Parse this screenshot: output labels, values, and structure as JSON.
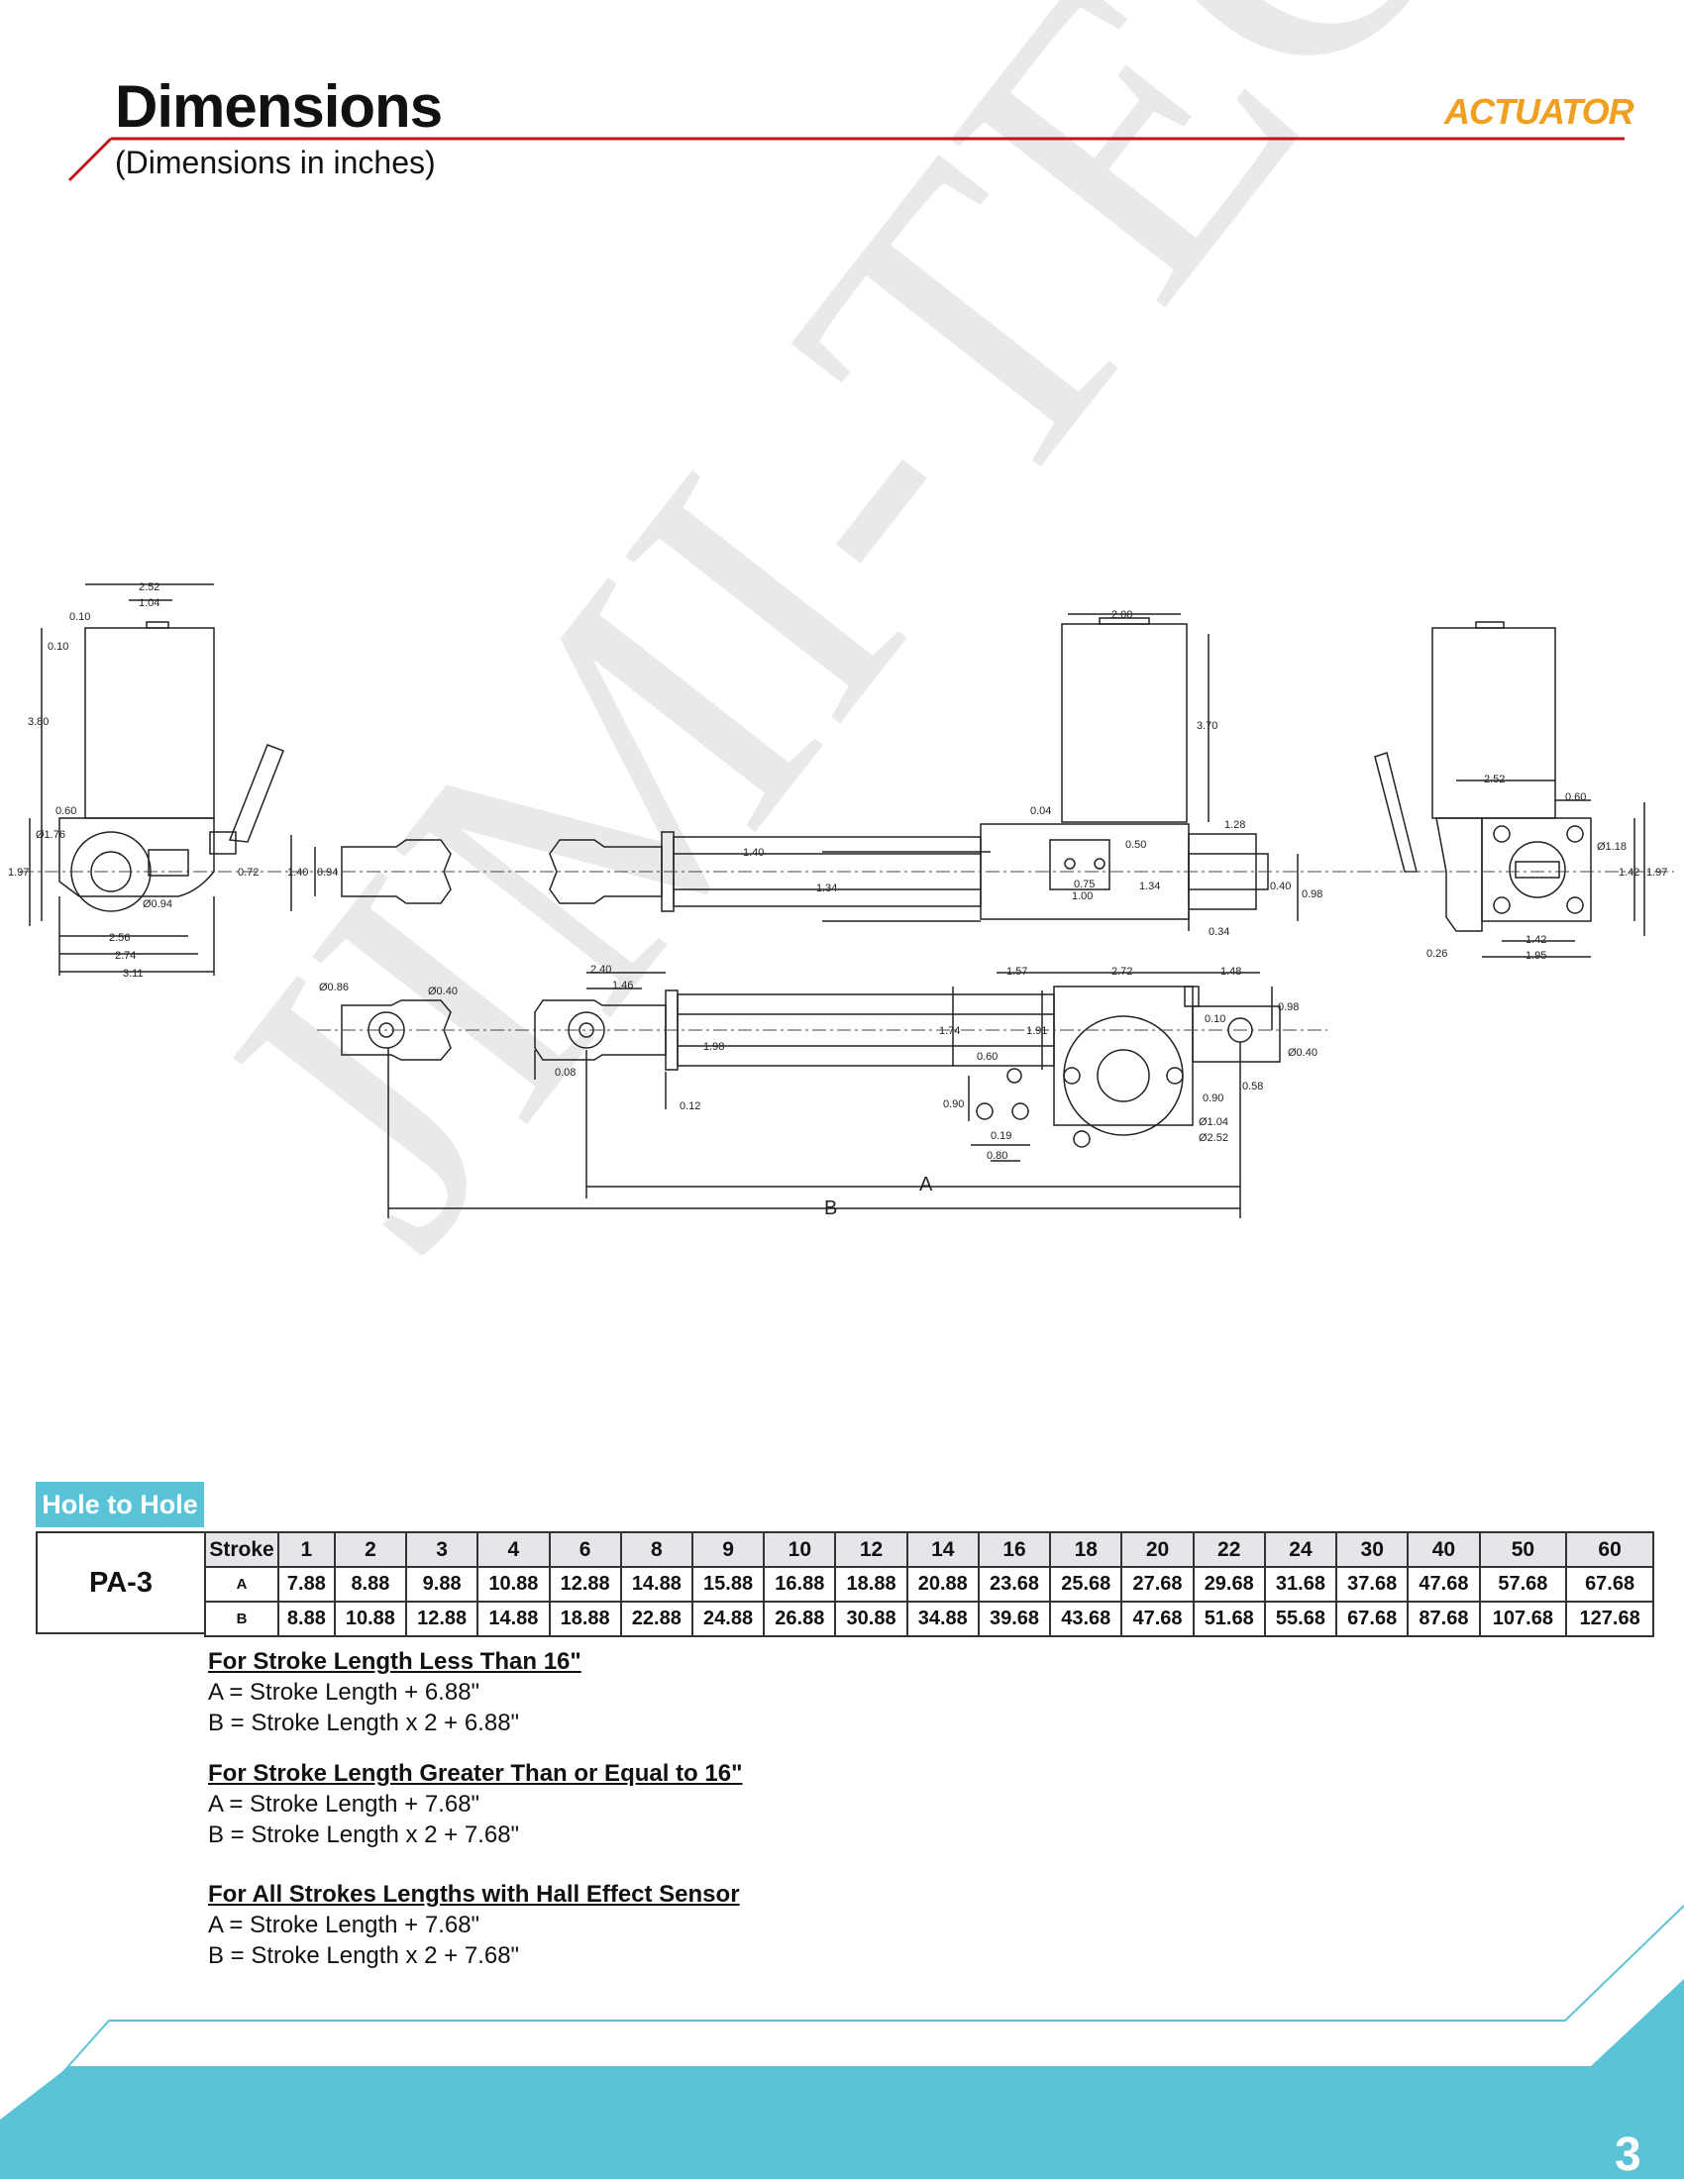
{
  "header": {
    "title": "Dimensions",
    "subtitle": "(Dimensions in inches)",
    "logo_text": "ACTUATOR"
  },
  "watermark": "JIMI-TECH",
  "drawing": {
    "dims_left": [
      "2.52",
      "1.04",
      "0.10",
      "0.10",
      "3.80",
      "0.60",
      "Ø1.76",
      "1.97",
      "0.72",
      "Ø0.94",
      "2.56",
      "2.74",
      "3.11"
    ],
    "dims_rod": [
      "1.40",
      "0.94"
    ],
    "dims_top": [
      "2.00",
      "3.70",
      "0.04",
      "1.40",
      "1.34",
      "0.50",
      "0.75",
      "1.00",
      "1.34",
      "1.28",
      "0.40",
      "0.98",
      "0.34"
    ],
    "dims_right": [
      "2.52",
      "0.60",
      "Ø1.18",
      "1.42",
      "1.97",
      "0.26",
      "1.42",
      "1.95"
    ],
    "dims_bottom": [
      "Ø0.86",
      "Ø0.40",
      "2.40",
      "1.46",
      "0.08",
      "1.98",
      "0.12",
      "1.57",
      "2.72",
      "1.48",
      "1.74",
      "1.91",
      "0.10",
      "0.98",
      "0.60",
      "0.90",
      "0.19",
      "0.80",
      "Ø0.40",
      "0.58",
      "0.90",
      "Ø1.04",
      "Ø2.52"
    ],
    "label_a": "A",
    "label_b": "B"
  },
  "table": {
    "section_label": "Hole to Hole",
    "model": "PA-3",
    "header_label": "Stroke",
    "strokes": [
      "1",
      "2",
      "3",
      "4",
      "6",
      "8",
      "9",
      "10",
      "12",
      "14",
      "16",
      "18",
      "20",
      "22",
      "24",
      "30",
      "40",
      "50",
      "60"
    ],
    "row_a_label": "A",
    "row_a": [
      "7.88",
      "8.88",
      "9.88",
      "10.88",
      "12.88",
      "14.88",
      "15.88",
      "16.88",
      "18.88",
      "20.88",
      "23.68",
      "25.68",
      "27.68",
      "29.68",
      "31.68",
      "37.68",
      "47.68",
      "57.68",
      "67.68"
    ],
    "row_b_label": "B",
    "row_b": [
      "8.88",
      "10.88",
      "12.88",
      "14.88",
      "18.88",
      "22.88",
      "24.88",
      "26.88",
      "30.88",
      "34.88",
      "39.68",
      "43.68",
      "47.68",
      "51.68",
      "55.68",
      "67.68",
      "87.68",
      "107.68",
      "127.68"
    ]
  },
  "formulas": [
    {
      "title": "For Stroke Length Less Than 16\"",
      "a": "A = Stroke Length + 6.88\"",
      "b": "B = Stroke Length x 2 + 6.88\""
    },
    {
      "title": "For Stroke Length Greater Than or Equal to 16\"",
      "a": "A = Stroke Length + 7.68\"",
      "b": "B = Stroke Length x 2 + 7.68\""
    },
    {
      "title": "For All Strokes Lengths with Hall Effect Sensor",
      "a": "A = Stroke Length + 7.68\"",
      "b": "B = Stroke Length x 2 + 7.68\""
    }
  ],
  "footer": {
    "page_number": "3",
    "accent_color": "#5bc3d7",
    "header_line_color": "#c0141c"
  }
}
